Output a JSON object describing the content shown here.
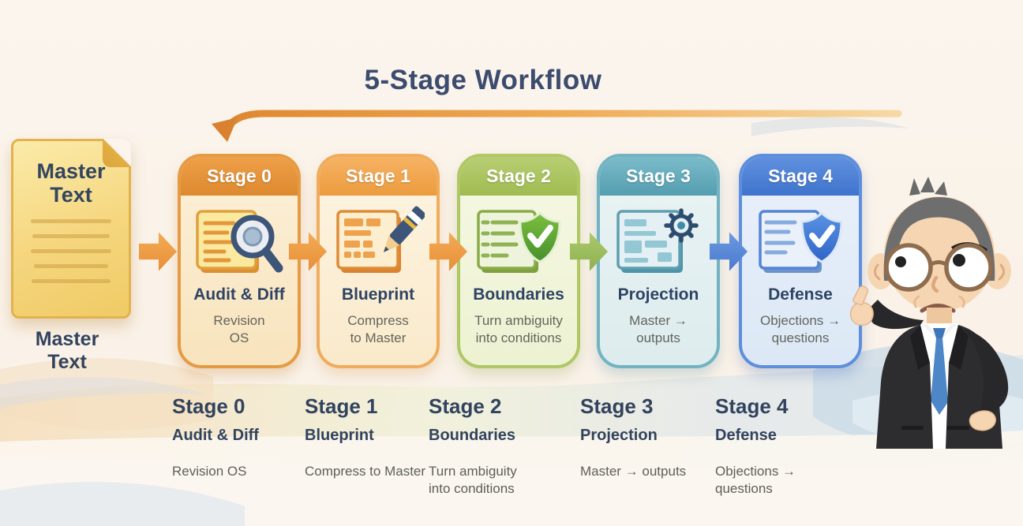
{
  "title": "5-Stage Workflow",
  "master_document": {
    "heading": "Master Text",
    "caption": "Master Text",
    "icon": "document-icon",
    "fill_color": "#F5D67E"
  },
  "stages": [
    {
      "name": "Stage 0",
      "title": "Audit & Diff",
      "subtitle": "Revision OS",
      "icon": "document-magnifier-icon",
      "header_color": "#E2913C",
      "body_color": "#FAEBCE"
    },
    {
      "name": "Stage 1",
      "title": "Blueprint",
      "subtitle": "Compress to Master",
      "icon": "document-pencil-icon",
      "header_color": "#F0A44C",
      "body_color": "#FCF0D8"
    },
    {
      "name": "Stage 2",
      "title": "Boundaries",
      "subtitle": "Turn ambiguity into conditions",
      "icon": "checklist-shield-icon",
      "header_color": "#A9C45F",
      "body_color": "#F2F5DB"
    },
    {
      "name": "Stage 3",
      "title": "Projection",
      "subtitle": "Master → outputs",
      "icon": "document-gear-icon",
      "header_color": "#63ABBC",
      "body_color": "#E4F0F2"
    },
    {
      "name": "Stage 4",
      "title": "Defense",
      "subtitle": "Objections → questions",
      "icon": "document-shield-icon",
      "header_color": "#4E82D5",
      "body_color": "#E3EDF9"
    }
  ],
  "flow": {
    "direction": "left-to-right",
    "feedback_arrow": "long arrow across the top pointing back to the left",
    "arrow_colors": [
      "#F09A45",
      "#F09A45",
      "#F09A45",
      "#9CBF62",
      "#5B8AD8"
    ],
    "feedback_arrow_color": "#E08A36"
  },
  "illustrations": {
    "character": "skeptical-man-in-suit-pointing-icon"
  },
  "colors": {
    "background": "#FBF4EC",
    "title_text": "#3C4C6E",
    "card_title_text": "#2E4464",
    "subtitle_text": "#5F6158",
    "legend_text": "#32435E"
  }
}
